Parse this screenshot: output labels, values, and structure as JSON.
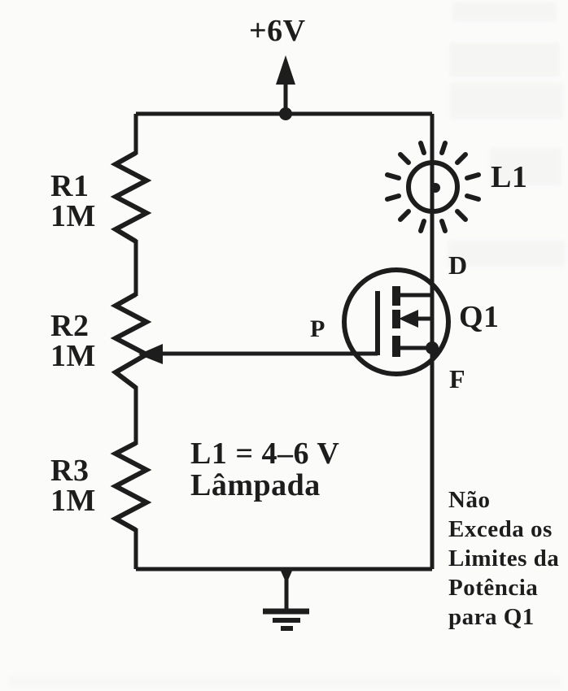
{
  "meta": {
    "kind": "scanned circuit schematic"
  },
  "colors": {
    "paper": "#fbfbfa",
    "ink": "#1d1d1d"
  },
  "power": {
    "label": "+6V"
  },
  "resistors": [
    {
      "ref": "R1",
      "value": "1M"
    },
    {
      "ref": "R2",
      "value": "1M"
    },
    {
      "ref": "R3",
      "value": "1M"
    }
  ],
  "lamp": {
    "ref": "L1"
  },
  "transistor": {
    "ref": "Q1",
    "pins": {
      "drain": "D",
      "wiper": "P",
      "source": "F"
    }
  },
  "notes": {
    "lamp_note": {
      "line1": "L1 = 4–6 V",
      "line2": "Lâmpada"
    },
    "warning": {
      "line1": "Não",
      "line2": "Exceda os",
      "line3": "Limites da",
      "line4": "Potência",
      "line5": "para Q1"
    }
  }
}
